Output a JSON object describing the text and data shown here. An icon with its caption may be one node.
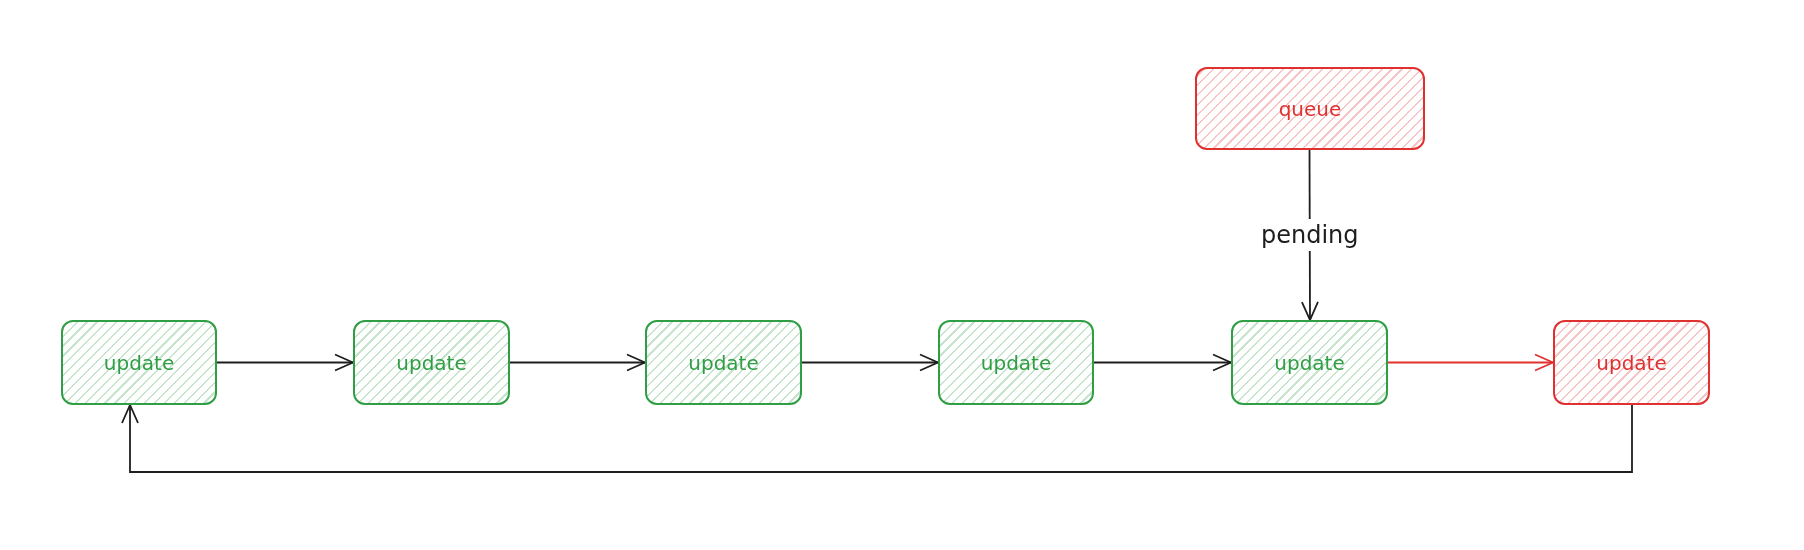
{
  "diagram": {
    "nodes": [
      {
        "text": [
          "update"
        ]
      },
      {
        "text": [
          "update"
        ]
      },
      {
        "text": [
          "update"
        ]
      },
      {
        "text": [
          "update"
        ]
      },
      {
        "text": [
          "update"
        ]
      },
      {
        "text": [
          "update"
        ]
      },
      {
        "text": [
          "queue"
        ]
      }
    ],
    "edges": [
      {
        "from": 0,
        "to": 1,
        "arrow": "to"
      },
      {
        "from": 1,
        "to": 2,
        "arrow": "to"
      },
      {
        "from": 2,
        "to": 3,
        "arrow": "to"
      },
      {
        "from": 3,
        "to": 4,
        "arrow": "to"
      },
      {
        "from": 4,
        "to": 5,
        "arrow": "to",
        "color": "#e03131"
      },
      {
        "from": 6,
        "to": 4,
        "arrow": "to",
        "label": "pending"
      },
      {
        "from": 5,
        "to": 0,
        "arrow": "to"
      }
    ]
  }
}
